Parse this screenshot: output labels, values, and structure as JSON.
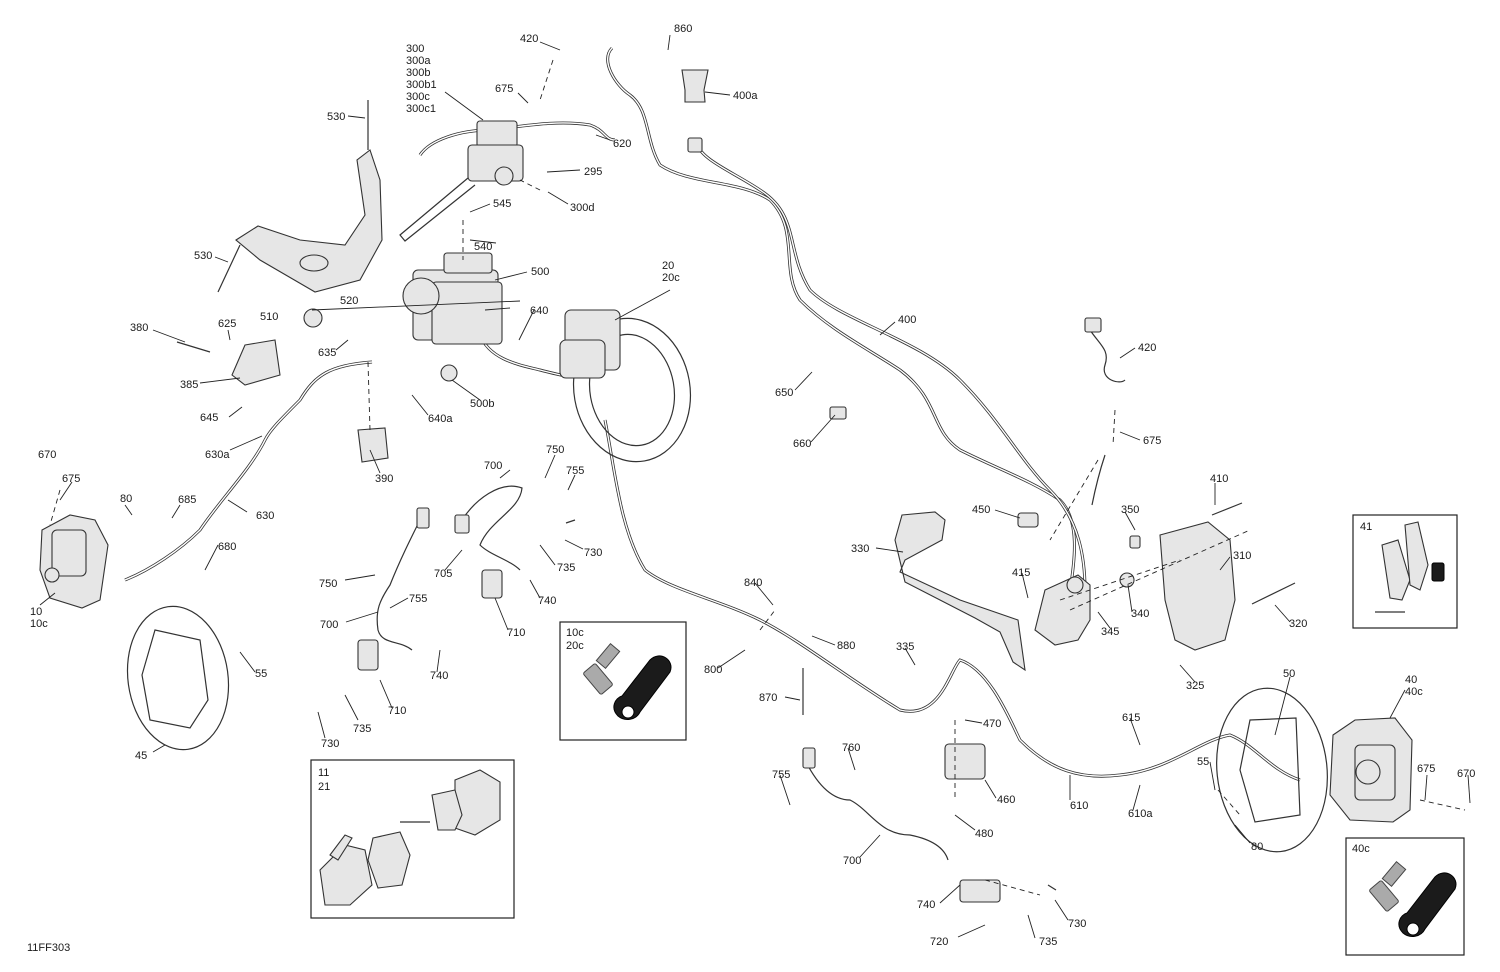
{
  "diagram_id": "11FF303",
  "callouts": [
    {
      "id": "c300",
      "lines": [
        "300",
        "300a",
        "300b",
        "300b1",
        "300c",
        "300c1"
      ]
    },
    {
      "id": "c420a",
      "lines": [
        "420"
      ]
    },
    {
      "id": "c675a",
      "lines": [
        "675"
      ]
    },
    {
      "id": "c860",
      "lines": [
        "860"
      ]
    },
    {
      "id": "c400a",
      "lines": [
        "400a"
      ]
    },
    {
      "id": "c530a",
      "lines": [
        "530"
      ]
    },
    {
      "id": "c620",
      "lines": [
        "620"
      ]
    },
    {
      "id": "c295",
      "lines": [
        "295"
      ]
    },
    {
      "id": "c300d",
      "lines": [
        "300d"
      ]
    },
    {
      "id": "c545",
      "lines": [
        "545"
      ]
    },
    {
      "id": "c540",
      "lines": [
        "540"
      ]
    },
    {
      "id": "c530b",
      "lines": [
        "530"
      ]
    },
    {
      "id": "c500",
      "lines": [
        "500"
      ]
    },
    {
      "id": "c2020c",
      "lines": [
        "20",
        "20c"
      ]
    },
    {
      "id": "c510",
      "lines": [
        "510"
      ]
    },
    {
      "id": "c520",
      "lines": [
        "520"
      ]
    },
    {
      "id": "c640",
      "lines": [
        "640"
      ]
    },
    {
      "id": "c400",
      "lines": [
        "400"
      ]
    },
    {
      "id": "c380",
      "lines": [
        "380"
      ]
    },
    {
      "id": "c625",
      "lines": [
        "625"
      ]
    },
    {
      "id": "c635",
      "lines": [
        "635"
      ]
    },
    {
      "id": "c385",
      "lines": [
        "385"
      ]
    },
    {
      "id": "c640a",
      "lines": [
        "640a"
      ]
    },
    {
      "id": "c500b",
      "lines": [
        "500b"
      ]
    },
    {
      "id": "c420b",
      "lines": [
        "420"
      ]
    },
    {
      "id": "c650",
      "lines": [
        "650"
      ]
    },
    {
      "id": "c645",
      "lines": [
        "645"
      ]
    },
    {
      "id": "c660",
      "lines": [
        "660"
      ]
    },
    {
      "id": "c675b",
      "lines": [
        "675"
      ]
    },
    {
      "id": "c630a",
      "lines": [
        "630a"
      ]
    },
    {
      "id": "c390",
      "lines": [
        "390"
      ]
    },
    {
      "id": "c750a",
      "lines": [
        "750"
      ]
    },
    {
      "id": "c700a",
      "lines": [
        "700"
      ]
    },
    {
      "id": "c755a",
      "lines": [
        "755"
      ]
    },
    {
      "id": "c670a",
      "lines": [
        "670"
      ]
    },
    {
      "id": "c675c",
      "lines": [
        "675"
      ]
    },
    {
      "id": "c410",
      "lines": [
        "410"
      ]
    },
    {
      "id": "c450",
      "lines": [
        "450"
      ]
    },
    {
      "id": "c350",
      "lines": [
        "350"
      ]
    },
    {
      "id": "c80a",
      "lines": [
        "80"
      ]
    },
    {
      "id": "c685",
      "lines": [
        "685"
      ]
    },
    {
      "id": "c630",
      "lines": [
        "630"
      ]
    },
    {
      "id": "c730a",
      "lines": [
        "730"
      ]
    },
    {
      "id": "c41",
      "lines": [
        "41"
      ]
    },
    {
      "id": "c330",
      "lines": [
        "330"
      ]
    },
    {
      "id": "c310",
      "lines": [
        "310"
      ]
    },
    {
      "id": "c705",
      "lines": [
        "705"
      ]
    },
    {
      "id": "c735a",
      "lines": [
        "735"
      ]
    },
    {
      "id": "c680",
      "lines": [
        "680"
      ]
    },
    {
      "id": "c415",
      "lines": [
        "415"
      ]
    },
    {
      "id": "c750b",
      "lines": [
        "750"
      ]
    },
    {
      "id": "c840",
      "lines": [
        "840"
      ]
    },
    {
      "id": "c1010c",
      "lines": [
        "10",
        "10c"
      ]
    },
    {
      "id": "c740a",
      "lines": [
        "740"
      ]
    },
    {
      "id": "c755b",
      "lines": [
        "755"
      ]
    },
    {
      "id": "c340",
      "lines": [
        "340"
      ]
    },
    {
      "id": "c345",
      "lines": [
        "345"
      ]
    },
    {
      "id": "c320",
      "lines": [
        "320"
      ]
    },
    {
      "id": "c700b",
      "lines": [
        "700"
      ]
    },
    {
      "id": "c710a",
      "lines": [
        "710"
      ]
    },
    {
      "id": "c880",
      "lines": [
        "880"
      ]
    },
    {
      "id": "c335",
      "lines": [
        "335"
      ]
    },
    {
      "id": "c55a",
      "lines": [
        "55"
      ]
    },
    {
      "id": "c740b",
      "lines": [
        "740"
      ]
    },
    {
      "id": "c800",
      "lines": [
        "800"
      ]
    },
    {
      "id": "c325",
      "lines": [
        "325"
      ]
    },
    {
      "id": "c50",
      "lines": [
        "50"
      ]
    },
    {
      "id": "c4040c",
      "lines": [
        "40",
        "40c"
      ]
    },
    {
      "id": "c870",
      "lines": [
        "870"
      ]
    },
    {
      "id": "c710b",
      "lines": [
        "710"
      ]
    },
    {
      "id": "c470",
      "lines": [
        "470"
      ]
    },
    {
      "id": "c615",
      "lines": [
        "615"
      ]
    },
    {
      "id": "c735b",
      "lines": [
        "735"
      ]
    },
    {
      "id": "c730b",
      "lines": [
        "730"
      ]
    },
    {
      "id": "c760",
      "lines": [
        "760"
      ]
    },
    {
      "id": "c45",
      "lines": [
        "45"
      ]
    },
    {
      "id": "c755c",
      "lines": [
        "755"
      ]
    },
    {
      "id": "c55b",
      "lines": [
        "55"
      ]
    },
    {
      "id": "c675d",
      "lines": [
        "675"
      ]
    },
    {
      "id": "c670b",
      "lines": [
        "670"
      ]
    },
    {
      "id": "c460",
      "lines": [
        "460"
      ]
    },
    {
      "id": "c610",
      "lines": [
        "610"
      ]
    },
    {
      "id": "c610a",
      "lines": [
        "610a"
      ]
    },
    {
      "id": "c480",
      "lines": [
        "480"
      ]
    },
    {
      "id": "c80b",
      "lines": [
        "80"
      ]
    },
    {
      "id": "c700c",
      "lines": [
        "700"
      ]
    },
    {
      "id": "c740c",
      "lines": [
        "740"
      ]
    },
    {
      "id": "c730c",
      "lines": [
        "730"
      ]
    },
    {
      "id": "c720",
      "lines": [
        "720"
      ]
    },
    {
      "id": "c735c",
      "lines": [
        "735"
      ]
    }
  ],
  "inset_boxes": [
    {
      "id": "box-10c-20c",
      "lines": [
        "10c",
        "20c"
      ]
    },
    {
      "id": "box-11-21",
      "lines": [
        "11",
        "21"
      ]
    },
    {
      "id": "box-41",
      "lines": [
        "41"
      ]
    },
    {
      "id": "box-40c",
      "lines": [
        "40c"
      ]
    }
  ]
}
